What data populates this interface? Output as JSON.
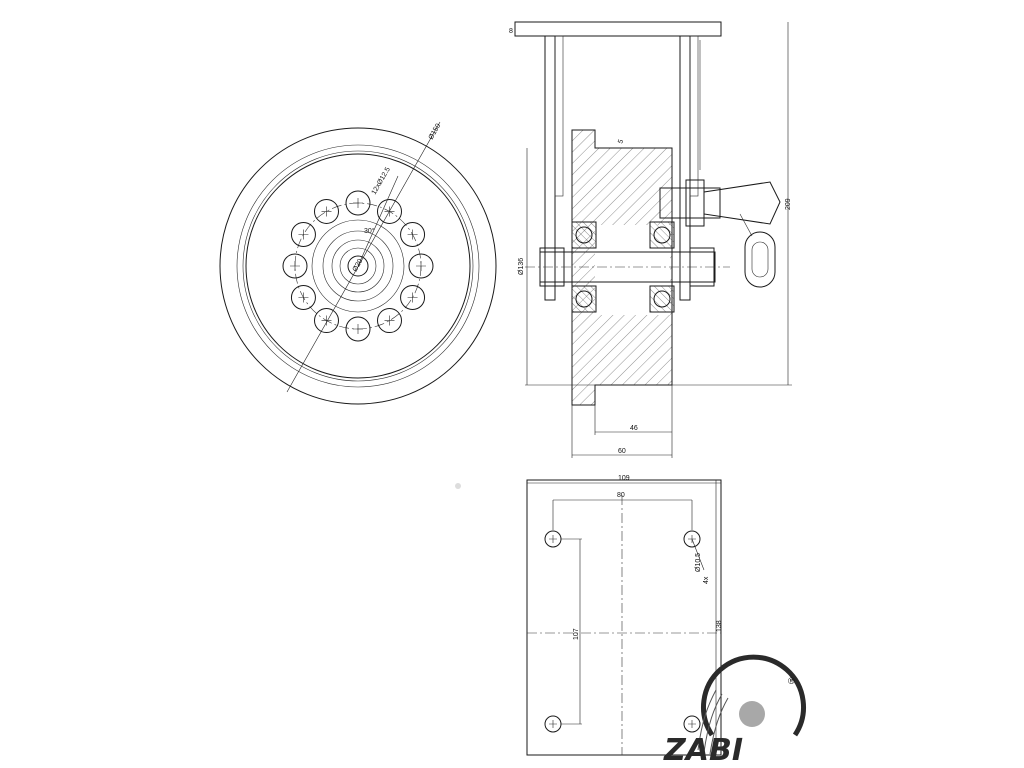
{
  "front_view": {
    "dim_outer_diameter": "Ø150",
    "dim_holes": "12xØ12.5",
    "dim_angle": "30°",
    "dim_bore": "Ø20"
  },
  "side_view": {
    "dim_top_plate": "8",
    "dim_slot": "5",
    "dim_height": "209",
    "dim_wheel_diameter": "Ø136",
    "dim_hub_width": "46",
    "dim_wheel_width": "60"
  },
  "plate_view": {
    "dim_plate_width": "109",
    "dim_hole_spacing_x": "80",
    "dim_hole_spacing_y": "107",
    "dim_plate_height": "138",
    "dim_hole_diameter": "Ø10.5",
    "dim_hole_count": "4x"
  },
  "logo": {
    "brand": "ZABI",
    "registered_mark": "®"
  }
}
